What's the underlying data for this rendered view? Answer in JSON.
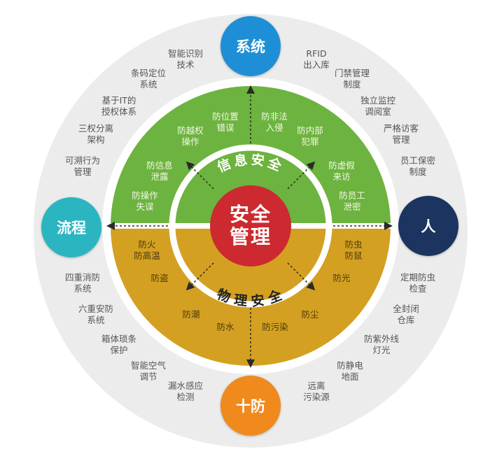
{
  "center": {
    "line1": "安全",
    "line2": "管理"
  },
  "inner_rings": {
    "top": "信息安全",
    "bottom": "物理安全"
  },
  "badges": {
    "top": "系统",
    "left": "流程",
    "right": "人",
    "bottom": "十防"
  },
  "colors": {
    "green": "#6db33f",
    "yellow": "#d4a021",
    "red": "#cc2a30",
    "gray": "#ececec",
    "blue": "#1e8fd6",
    "teal": "#2ab5c1",
    "navy": "#1b3460",
    "orange": "#f08a1d"
  },
  "outer_labels": [
    [
      "智能识别",
      "技术"
    ],
    [
      "条码定位",
      "系统"
    ],
    [
      "基于IT的",
      "授权体系"
    ],
    [
      "三权分离",
      "架构"
    ],
    [
      "可溯行为",
      "管理"
    ],
    [
      "RFID",
      "出入库"
    ],
    [
      "门禁管理",
      "制度"
    ],
    [
      "独立监控",
      "调阅室"
    ],
    [
      "严格访客",
      "管理"
    ],
    [
      "员工保密",
      "制度"
    ],
    [
      "四重消防",
      "系统"
    ],
    [
      "六重安防",
      "系统"
    ],
    [
      "箱体琐条",
      "保护"
    ],
    [
      "智能空气",
      "调节"
    ],
    [
      "漏水感应",
      "检测"
    ],
    [
      "定期防虫",
      "检查"
    ],
    [
      "全封闭",
      "仓库"
    ],
    [
      "防紫外线",
      "灯光"
    ],
    [
      "防静电",
      "地面"
    ],
    [
      "远离",
      "污染源"
    ]
  ],
  "info_security_items": [
    [
      "防位置",
      "错误"
    ],
    [
      "防非法",
      "入侵"
    ],
    [
      "防越权",
      "操作"
    ],
    [
      "防内部",
      "犯罪"
    ],
    [
      "防信息",
      "泄露"
    ],
    [
      "防虚假",
      "来访"
    ],
    [
      "防操作",
      "失误"
    ],
    [
      "防员工",
      "泄密"
    ]
  ],
  "physical_security_items": [
    [
      "防火",
      "防高温"
    ],
    [
      "防虫",
      "防鼠"
    ],
    [
      "防盗"
    ],
    [
      "防光"
    ],
    [
      "防潮"
    ],
    [
      "防尘"
    ],
    [
      "防水"
    ],
    [
      "防污染"
    ]
  ]
}
